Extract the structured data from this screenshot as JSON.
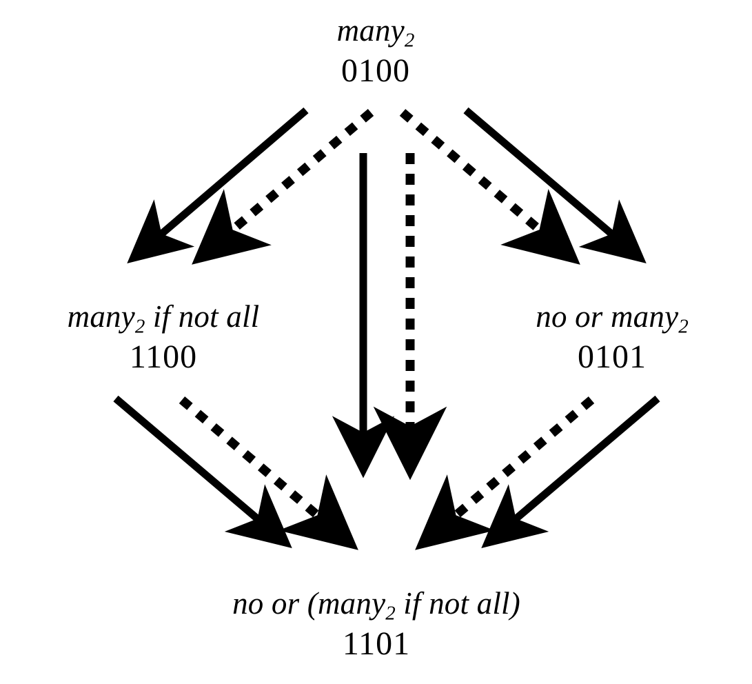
{
  "diagram": {
    "title": "",
    "background_color": "#ffffff",
    "stroke_color": "#000000",
    "nodes": [
      {
        "id": "top",
        "label_prefix": "many",
        "label_sub": "2",
        "label_suffix": "",
        "label_full": "many2",
        "code": "0100"
      },
      {
        "id": "left",
        "label_prefix": "many",
        "label_sub": "2",
        "label_suffix": " if not all",
        "label_full": "many2 if not all",
        "code": "1100"
      },
      {
        "id": "right",
        "label_prefix": "no or many",
        "label_sub": "2",
        "label_suffix": "",
        "label_full": "no or many2",
        "code": "0101"
      },
      {
        "id": "bottom",
        "label_prefix": "no or (many",
        "label_sub": "2",
        "label_suffix": " if not all)",
        "label_full": "no or (many2 if not all)",
        "code": "1101"
      }
    ],
    "edges": [
      {
        "id": "top-left-solid",
        "from": "top",
        "to": "left",
        "style": "solid"
      },
      {
        "id": "top-left-dashed",
        "from": "top",
        "to": "left",
        "style": "dashed"
      },
      {
        "id": "top-right-dashed",
        "from": "top",
        "to": "right",
        "style": "dashed"
      },
      {
        "id": "top-right-solid",
        "from": "top",
        "to": "right",
        "style": "solid"
      },
      {
        "id": "top-bottom-solid",
        "from": "top",
        "to": "bottom",
        "style": "solid"
      },
      {
        "id": "top-bottom-dashed",
        "from": "top",
        "to": "bottom",
        "style": "dashed"
      },
      {
        "id": "left-bottom-solid",
        "from": "left",
        "to": "bottom",
        "style": "solid"
      },
      {
        "id": "left-bottom-dashed",
        "from": "left",
        "to": "bottom",
        "style": "dashed"
      },
      {
        "id": "right-bottom-dashed",
        "from": "right",
        "to": "bottom",
        "style": "dashed"
      },
      {
        "id": "right-bottom-solid",
        "from": "right",
        "to": "bottom",
        "style": "solid"
      }
    ]
  }
}
